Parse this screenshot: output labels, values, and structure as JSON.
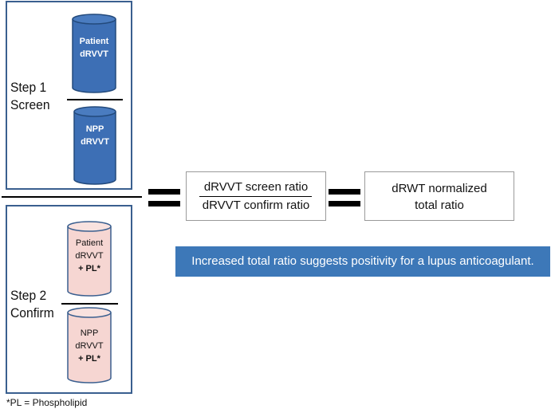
{
  "step1": {
    "line1": "Step 1",
    "line2": "Screen"
  },
  "step2": {
    "line1": "Step 2",
    "line2": "Confirm"
  },
  "cyl_screen_top": {
    "line1": "Patient",
    "line2": "dRVVT"
  },
  "cyl_screen_bottom": {
    "line1": "NPP",
    "line2": "dRVVT"
  },
  "cyl_confirm_top": {
    "line1": "Patient",
    "line2": "dRVVT",
    "line3": "+ PL*"
  },
  "cyl_confirm_bottom": {
    "line1": "NPP",
    "line2": "dRVVT",
    "line3": "+ PL*"
  },
  "ratio_box": {
    "numerator": "dRVVT screen ratio",
    "denominator": "dRVVT confirm ratio"
  },
  "result_box": {
    "line1": "dRWT normalized",
    "line2": "total ratio"
  },
  "banner": "Increased total ratio suggests positivity for a lupus anticoagulant.",
  "footnote": "*PL = Phospholipid",
  "colors": {
    "blue_cylinder": "#3d6fb5",
    "pink_cylinder": "#f6d6d2",
    "frame": "#3a5f8f",
    "banner": "#3d78b8"
  }
}
